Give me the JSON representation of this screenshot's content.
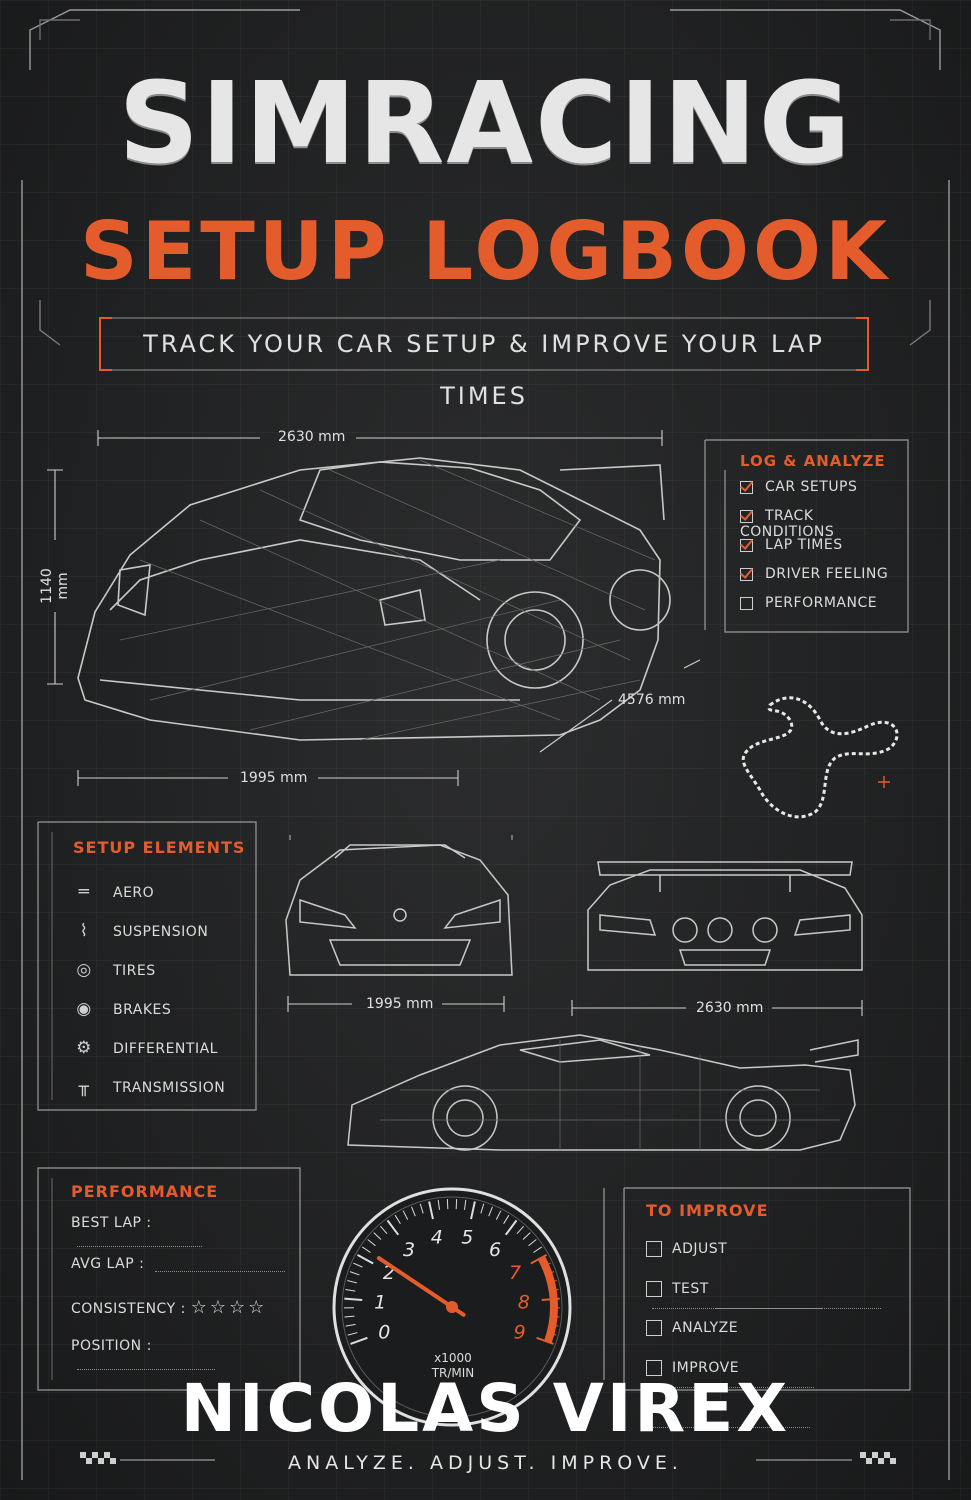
{
  "cover": {
    "title_line1": "SIMRACING",
    "title_line2": "SETUP LOGBOOK",
    "subtitle": "TRACK YOUR CAR SETUP & IMPROVE YOUR LAP TIMES",
    "author": "NICOLAS VIREX",
    "tagline": "ANALYZE. ADJUST. IMPROVE."
  },
  "dimensions": {
    "top_width": "2630 mm",
    "height": "1140 mm",
    "length": "4576 mm",
    "bottom_width": "1995 mm",
    "front_width": "1995 mm",
    "rear_width": "2630 mm"
  },
  "log_panel": {
    "title": "LOG & ANALYZE",
    "items": [
      {
        "label": "CAR SETUPS",
        "checked": true
      },
      {
        "label": "TRACK CONDITIONS",
        "checked": true
      },
      {
        "label": "LAP TIMES",
        "checked": true
      },
      {
        "label": "DRIVER FEELING",
        "checked": true
      },
      {
        "label": "PERFORMANCE",
        "checked": false
      }
    ]
  },
  "setup_panel": {
    "title": "SETUP ELEMENTS",
    "items": [
      {
        "label": "AERO",
        "icon": "wing-icon"
      },
      {
        "label": "SUSPENSION",
        "icon": "spring-icon"
      },
      {
        "label": "TIRES",
        "icon": "tire-icon"
      },
      {
        "label": "BRAKES",
        "icon": "brake-disc-icon"
      },
      {
        "label": "DIFFERENTIAL",
        "icon": "gear-icon"
      },
      {
        "label": "TRANSMISSION",
        "icon": "gearshift-icon"
      }
    ]
  },
  "performance_panel": {
    "title": "PERFORMANCE",
    "best_lap": "BEST LAP :",
    "avg_lap": "AVG LAP :",
    "consistency": "CONSISTENCY :",
    "position": "POSITION :",
    "stars": 4
  },
  "improve_panel": {
    "title": "TO IMPROVE",
    "items": [
      "ADJUST",
      "TEST",
      "ANALYZE",
      "IMPROVE"
    ]
  },
  "tachometer": {
    "ticks": [
      "0",
      "1",
      "2",
      "3",
      "4",
      "5",
      "6",
      "7",
      "8",
      "9"
    ],
    "unit_line1": "x1000",
    "unit_line2": "TR/MIN",
    "redline_from": 7,
    "needle_value": 2.2
  },
  "colors": {
    "accent": "#e55c2c",
    "background": "#202122",
    "text": "#e0e0e0"
  }
}
